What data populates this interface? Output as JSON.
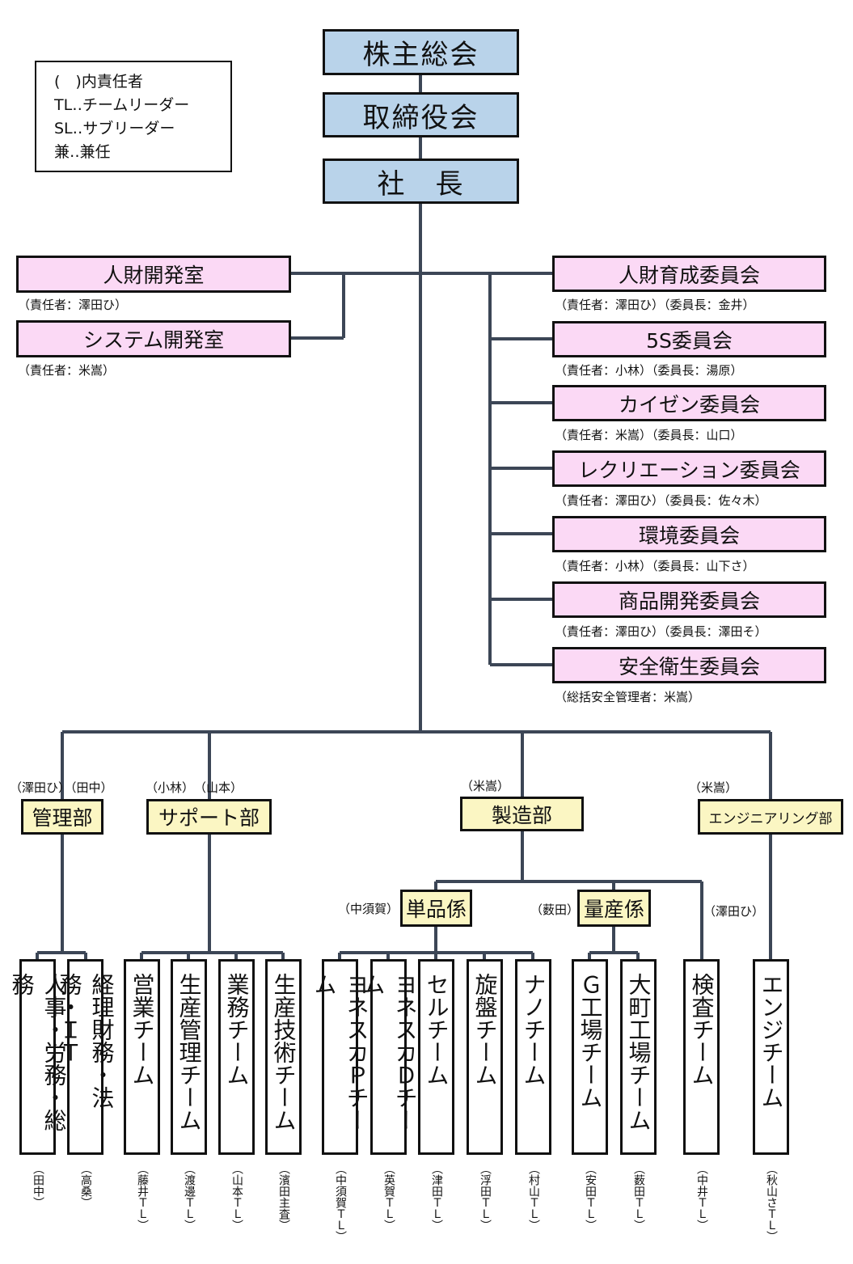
{
  "legend": [
    "(　)内責任者",
    "TL‥チームリーダー",
    "SL‥サブリーダー",
    "兼‥兼任"
  ],
  "top": {
    "shareholders": "株主総会",
    "board": "取締役会",
    "president": "社　長"
  },
  "left_offices": [
    {
      "label": "人財開発室",
      "note": "（責任者：澤田ひ）"
    },
    {
      "label": "システム開発室",
      "note": "（責任者：米嵩）"
    }
  ],
  "committees": [
    {
      "label": "人財育成委員会",
      "note": "（責任者：澤田ひ）（委員長：金井）"
    },
    {
      "label": "5S委員会",
      "note": "（責任者：小林）（委員長：湯原）"
    },
    {
      "label": "カイゼン委員会",
      "note": "（責任者：米嵩）（委員長：山口）"
    },
    {
      "label": "レクリエーション委員会",
      "note": "（責任者：澤田ひ）（委員長：佐々木）"
    },
    {
      "label": "環境委員会",
      "note": "（責任者：小林）（委員長：山下さ）"
    },
    {
      "label": "商品開発委員会",
      "note": "（責任者：澤田ひ）（委員長：澤田そ）"
    },
    {
      "label": "安全衛生委員会",
      "note": "（総括安全管理者：米嵩）"
    }
  ],
  "departments": [
    {
      "label": "管理部",
      "head": "（澤田ひ）（田中）"
    },
    {
      "label": "サポート部",
      "head": "（小林）　（山本）"
    },
    {
      "label": "製造部",
      "head": "（米嵩）"
    },
    {
      "label": "エンジニアリング部",
      "head": "（米嵩）"
    }
  ],
  "sections": [
    {
      "label": "単品係",
      "head": "（中須賀）"
    },
    {
      "label": "量産係",
      "head": "（薮田）"
    }
  ],
  "inspection_head": "（澤田ひ）",
  "teams": [
    {
      "label": "人事・労務・総務",
      "lead": "（田中）"
    },
    {
      "label": "経理財務・法務・ＩＴ",
      "lead": "（高桑）"
    },
    {
      "label": "営業チーム",
      "lead": "（藤井ＴＬ）"
    },
    {
      "label": "生産管理チーム",
      "lead": "（渡邊ＴＬ）"
    },
    {
      "label": "業務チーム",
      "lead": "（山本ＴＬ）"
    },
    {
      "label": "生産技術チーム",
      "lead": "（濱田主査）"
    },
    {
      "label": "ヨネスカＰチーム",
      "lead": "（中須賀ＴＬ）"
    },
    {
      "label": "ヨネスカＤチーム",
      "lead": "（英賀ＴＬ）"
    },
    {
      "label": "セルチーム",
      "lead": "（津田ＴＬ）"
    },
    {
      "label": "旋盤チーム",
      "lead": "（浮田ＴＬ）"
    },
    {
      "label": "ナノチーム",
      "lead": "（村山ＴＬ）"
    },
    {
      "label": "Ｇ工場チーム",
      "lead": "（安田ＴＬ）"
    },
    {
      "label": "大町工場チーム",
      "lead": "（薮田ＴＬ）"
    },
    {
      "label": "検査チーム",
      "lead": "（中井ＴＬ）"
    },
    {
      "label": "エンジチーム",
      "lead": "（秋山さＴＬ）"
    }
  ],
  "colors": {
    "line": "#3c4656",
    "top_fill": "#b9d3ea",
    "committee_fill": "#fbd9f5",
    "department_fill": "#fbf6c3",
    "team_fill": "#ffffff"
  }
}
